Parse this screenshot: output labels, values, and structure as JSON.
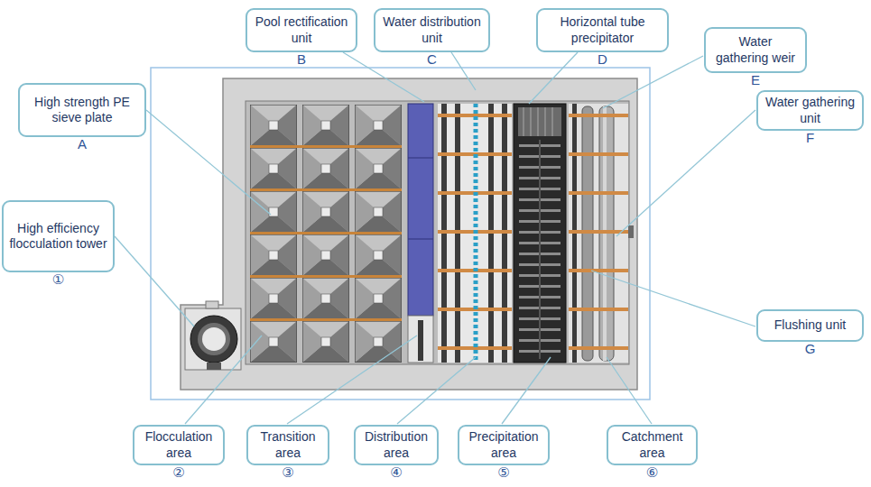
{
  "diagram": {
    "nodes": [
      {
        "text": [
          "Pool rectification unit",
          "B"
        ]
      },
      {
        "text": [
          "Water distribution unit",
          "C"
        ]
      },
      {
        "text": [
          "Horizontal tube precipitator",
          "D"
        ]
      },
      {
        "text": [
          "Water gathering weir",
          "E"
        ]
      },
      {
        "text": [
          "High strength PE sieve plate",
          "A"
        ]
      },
      {
        "text": [
          "Water gathering unit",
          "F"
        ]
      },
      {
        "text": [
          "High efficiency flocculation tower",
          "①"
        ]
      },
      {
        "text": [
          "Flushing unit",
          "G"
        ]
      },
      {
        "text": [
          "Flocculation area",
          "②"
        ]
      },
      {
        "text": [
          "Transition area",
          "③"
        ]
      },
      {
        "text": [
          "Distribution area",
          "④"
        ]
      },
      {
        "text": [
          "Precipitation area",
          "⑤"
        ]
      },
      {
        "text": [
          "Catchment area",
          "⑥"
        ]
      }
    ]
  }
}
